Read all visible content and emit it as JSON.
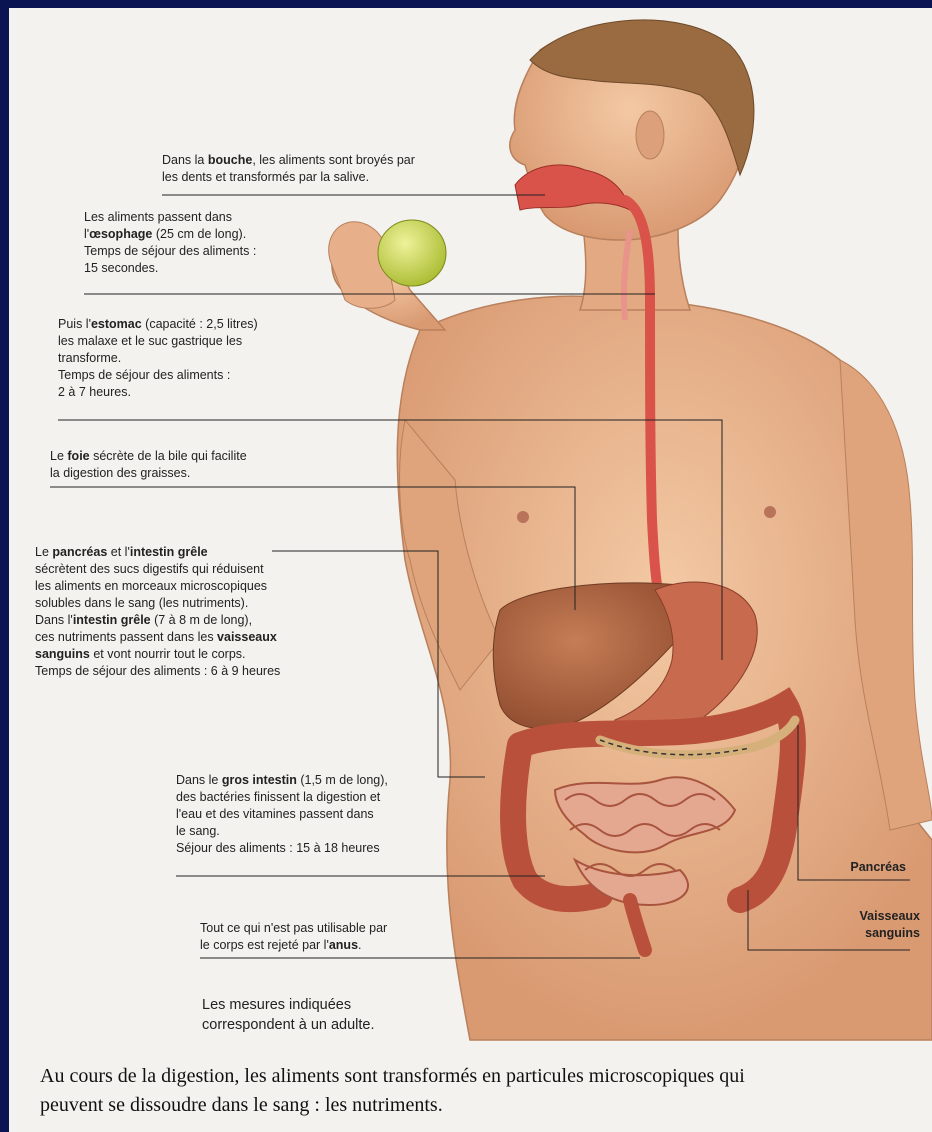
{
  "annotations": {
    "bouche": {
      "pre": "Dans la ",
      "term": "bouche",
      "post": ", les aliments sont broyés par\nles dents et transformés par la salive."
    },
    "oesophage": {
      "pre": "Les aliments passent dans\nl'",
      "term": "œsophage",
      "post": " (25 cm de long).\nTemps de séjour des aliments :\n15 secondes."
    },
    "estomac": {
      "pre": "Puis l'",
      "term": "estomac",
      "post": " (capacité : 2,5 litres)\nles malaxe et le suc gastrique les\ntransforme.\nTemps de séjour des aliments :\n2 à 7 heures."
    },
    "foie": {
      "pre": "Le ",
      "term": "foie",
      "post": " sécrète de la bile qui facilite\nla digestion des graisses."
    },
    "pancreas_intestin": {
      "pre": "Le ",
      "term": "pancréas",
      "mid": " et l'",
      "term2": "intestin grêle",
      "post": "\nsécrètent des sucs digestifs qui réduisent\nles aliments en morceaux microscopiques\nsolubles dans le sang (les nutriments).\nDans l'",
      "term3": "intestin grêle",
      "post2": " (7 à 8 m de long),\nces nutriments passent dans les ",
      "term4": "vaisseaux\nsanguins",
      "post3": " et vont nourrir tout le corps.\nTemps de séjour des aliments : 6 à 9 heures"
    },
    "gros_intestin": {
      "pre": "Dans le ",
      "term": "gros intestin",
      "post": " (1,5 m de long),\ndes bactéries finissent la digestion et\nl'eau et des vitamines passent dans\nle sang.\nSéjour des aliments : 15 à 18 heures"
    },
    "anus": {
      "pre": "Tout ce qui n'est pas utilisable par\nle corps est rejeté par l'",
      "term": "anus",
      "post": "."
    }
  },
  "labels": {
    "pancreas": "Pancréas",
    "vaisseaux": "Vaisseaux\nsanguins"
  },
  "note": "Les mesures indiquées\ncorrespondent à un adulte.",
  "caption": "Au cours de la digestion, les aliments sont transformés en particules microscopiques qui\npeuvent se dissoudre dans le sang : les nutriments.",
  "colors": {
    "background_frame": "#0a1452",
    "page": "#f4f2ee",
    "skin": "#e8b48e",
    "digestive_tract": "#d9534a",
    "intestine": "#b9503c",
    "liver": "#a8623f",
    "hair": "#9a6a40",
    "apple": "#c9d84a"
  }
}
